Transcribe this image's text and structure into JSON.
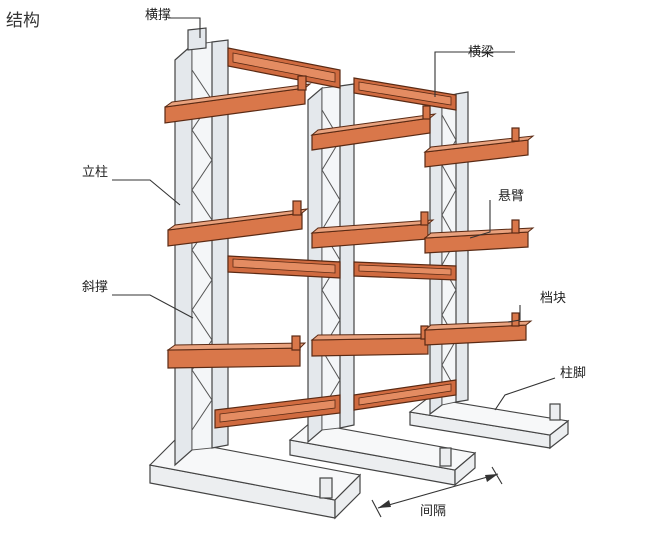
{
  "title": "结构",
  "labels": {
    "crossbrace": "横撑",
    "beam": "横梁",
    "column": "立柱",
    "arm": "悬臂",
    "diagonal": "斜撑",
    "stopper": "档块",
    "base": "柱脚",
    "spacing": "间隔"
  },
  "colors": {
    "steel_orange": "#d9774a",
    "column_grey": "#e4e8ec",
    "outline": "#444444"
  }
}
